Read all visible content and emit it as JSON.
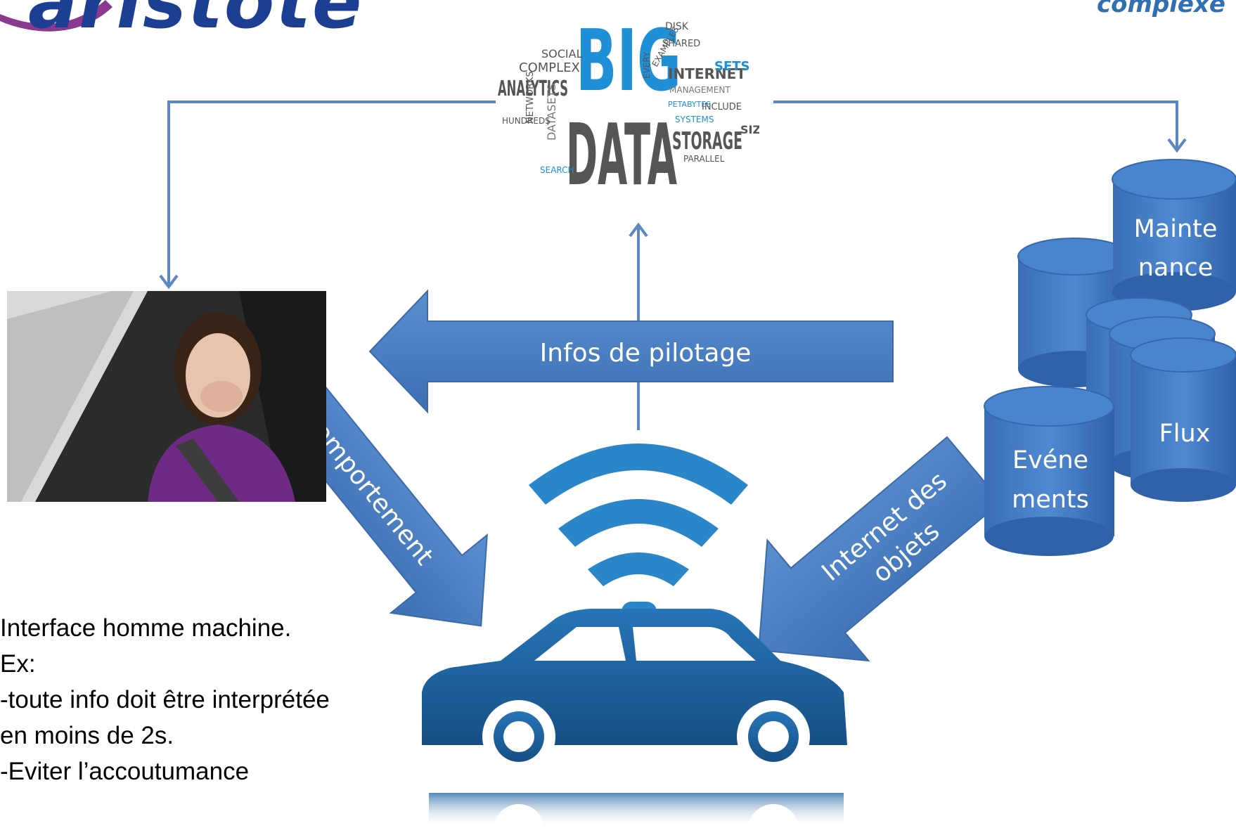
{
  "logo": {
    "text": "aristote"
  },
  "corner_title": "complexe",
  "cloud": {
    "big": "BIG",
    "data": "DATA",
    "words": [
      "ANALYTICS",
      "COMPLEX",
      "SOCIAL",
      "INTERNET",
      "MANAGEMENT",
      "STORAGE",
      "SETS",
      "SIZE",
      "NETWORKS",
      "DATASETS",
      "PARALLEL",
      "SEARCH",
      "DISK",
      "SHARED",
      "INCLUDE",
      "SYSTEMS",
      "PETABYTES",
      "HUNDREDS",
      "EXAMPLES",
      "EVERY"
    ]
  },
  "arrows": {
    "infos_pilotage": "Infos de pilotage",
    "comportement": "Comportement",
    "internet_objets_line1": "Internet des",
    "internet_objets_line2": "objets"
  },
  "databases": {
    "maintenance_line1": "Mainte",
    "maintenance_line2": "nance",
    "flux": "Flux",
    "evenements_line1": "Evéne",
    "evenements_line2": "ments"
  },
  "notes": [
    "Interface homme machine.",
    "Ex:",
    "-toute info doit être interprétée",
    "en moins de 2s.",
    "-Eviter l’accoutumance"
  ],
  "colors": {
    "arrow_blue": "#4a7cc0",
    "db_blue": "#3f78c4",
    "car_blue": "#1c5e9a",
    "wifi_blue": "#2a86c8",
    "line_blue": "#5b87c4"
  }
}
